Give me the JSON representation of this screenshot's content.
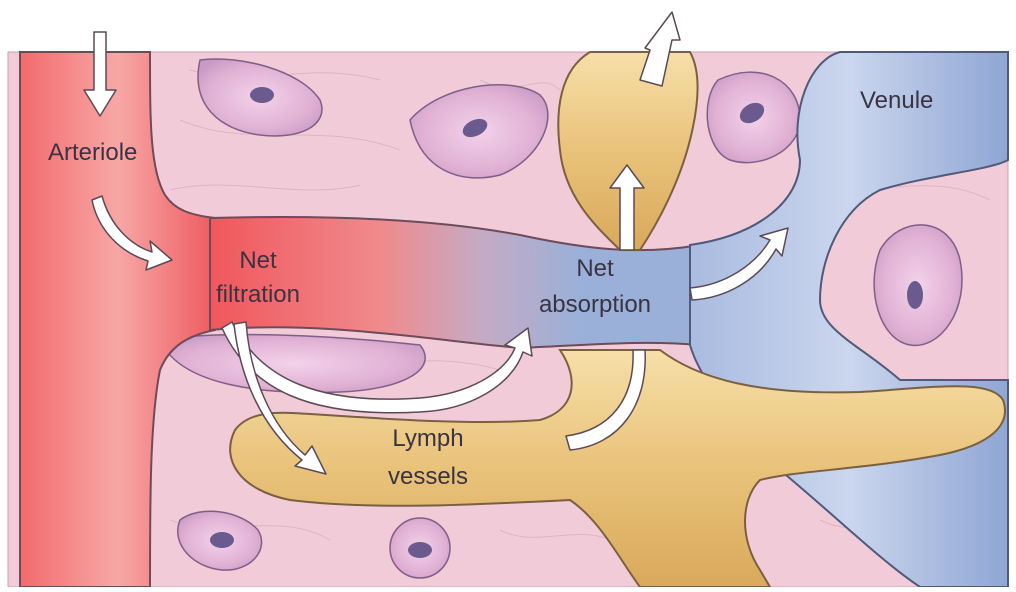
{
  "labels": {
    "arteriole": "Arteriole",
    "venule": "Venule",
    "net_filtration_line1": "Net",
    "net_filtration_line2": "filtration",
    "net_absorption_line1": "Net",
    "net_absorption_line2": "absorption",
    "lymph_line1": "Lymph",
    "lymph_line2": "vessels"
  },
  "colors": {
    "background": "#ffffff",
    "tissue": "#f2cbd8",
    "tissue_cell": "#e3b3d5",
    "cell_nucleus": "#6b5a8e",
    "arteriole": "#f0575c",
    "venule": "#9bb0d8",
    "lymph": "#e8c27a",
    "arrow_fill": "#ffffff",
    "arrow_stroke": "#5b4a55",
    "label_text": "#3a3342"
  },
  "icons": [
    "flow-arrow",
    "cell-nucleus"
  ]
}
